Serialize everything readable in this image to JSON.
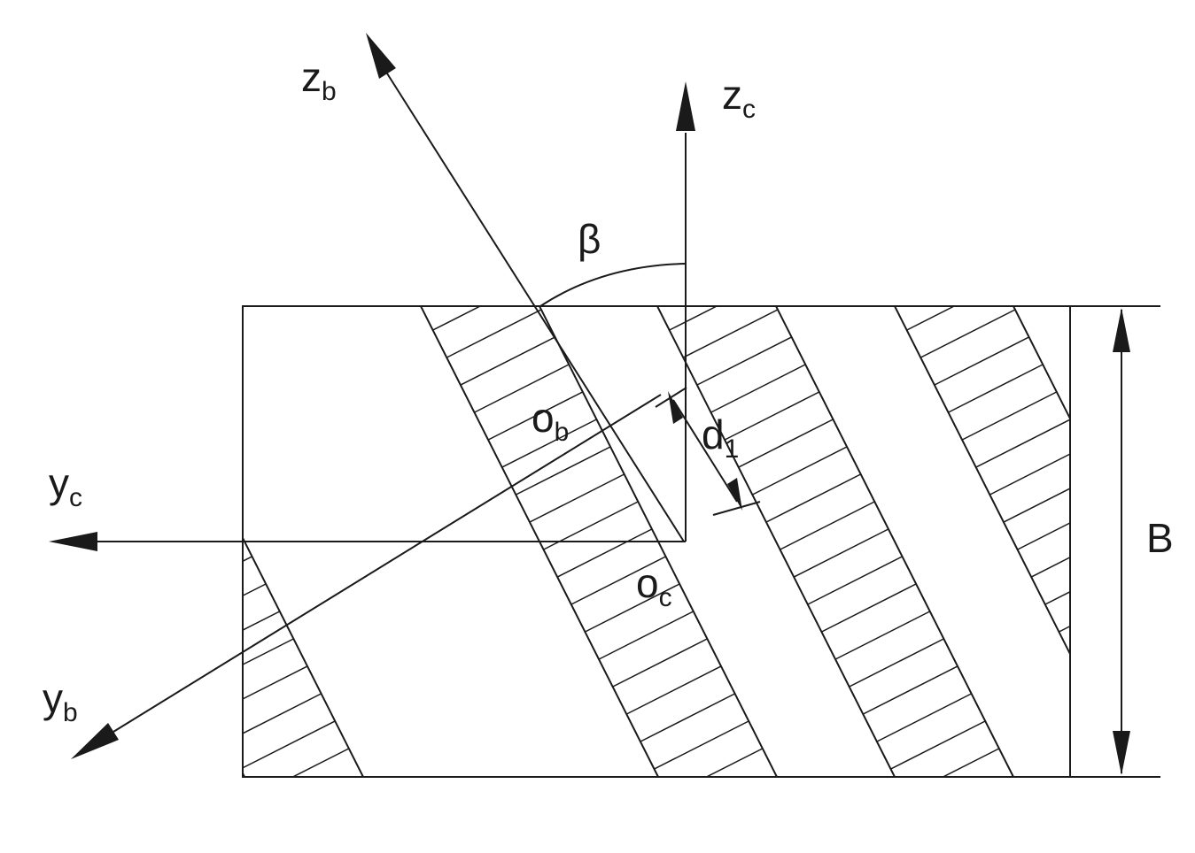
{
  "labels": {
    "z_b": {
      "base": "z",
      "sub": "b"
    },
    "z_c": {
      "base": "z",
      "sub": "c"
    },
    "y_c": {
      "base": "y",
      "sub": "c"
    },
    "y_b": {
      "base": "y",
      "sub": "b"
    },
    "o_b": {
      "base": "o",
      "sub": "b"
    },
    "o_c": {
      "base": "o",
      "sub": "c"
    },
    "d_1": {
      "base": "d",
      "sub": "1"
    },
    "beta": "β",
    "width": "B"
  },
  "colors": {
    "ink": "#1a1a1a",
    "background": "#ffffff"
  }
}
